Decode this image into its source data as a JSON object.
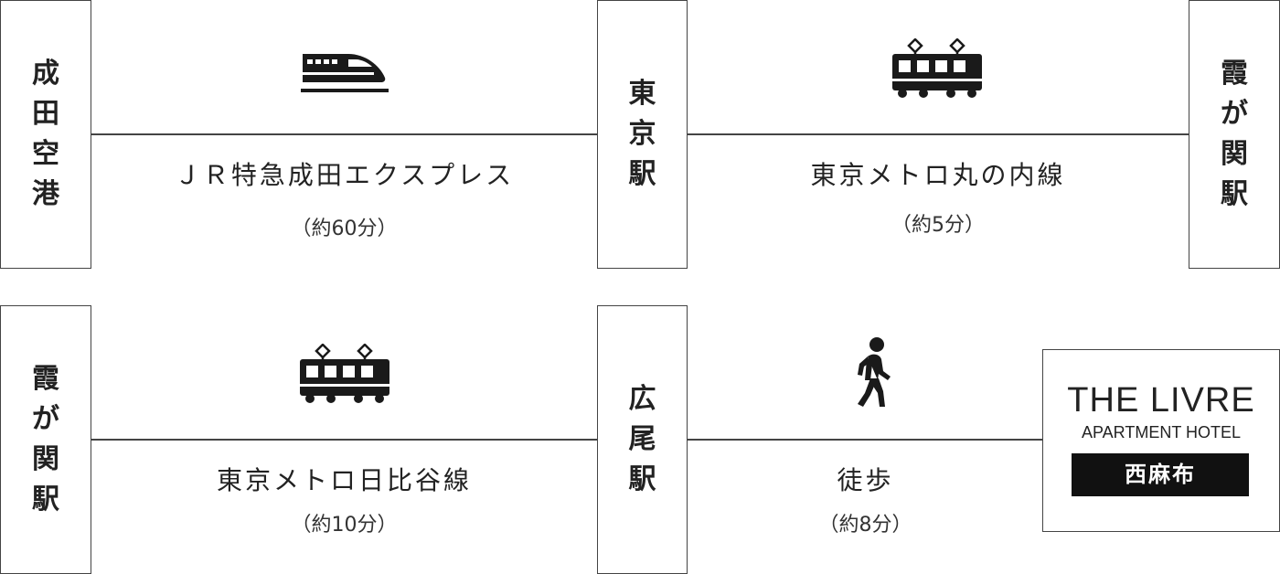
{
  "row1": {
    "start": {
      "chars": [
        "成",
        "田",
        "空",
        "港"
      ]
    },
    "mid": {
      "chars": [
        "東",
        "京",
        "駅"
      ]
    },
    "end": {
      "chars": [
        "霞",
        "が",
        "関",
        "駅"
      ]
    },
    "leg1": {
      "icon": "shinkansen-train-icon",
      "name": "ＪＲ特急成田エクスプレス",
      "time": "（約60分）"
    },
    "leg2": {
      "icon": "tram-icon",
      "name": "東京メトロ丸の内線",
      "time": "（約5分）"
    }
  },
  "row2": {
    "start": {
      "chars": [
        "霞",
        "が",
        "関",
        "駅"
      ]
    },
    "mid": {
      "chars": [
        "広",
        "尾",
        "駅"
      ]
    },
    "leg1": {
      "icon": "tram-icon",
      "name": "東京メトロ日比谷線",
      "time": "（約10分）"
    },
    "leg2": {
      "icon": "walking-person-icon",
      "name": "徒歩",
      "time": "（約8分）"
    },
    "hotel": {
      "name": "THE LIVRE",
      "subtitle": "APARTMENT HOTEL",
      "area": "西麻布"
    }
  },
  "colors": {
    "ink": "#222222",
    "border": "#444444",
    "hotel_band": "#111111"
  }
}
